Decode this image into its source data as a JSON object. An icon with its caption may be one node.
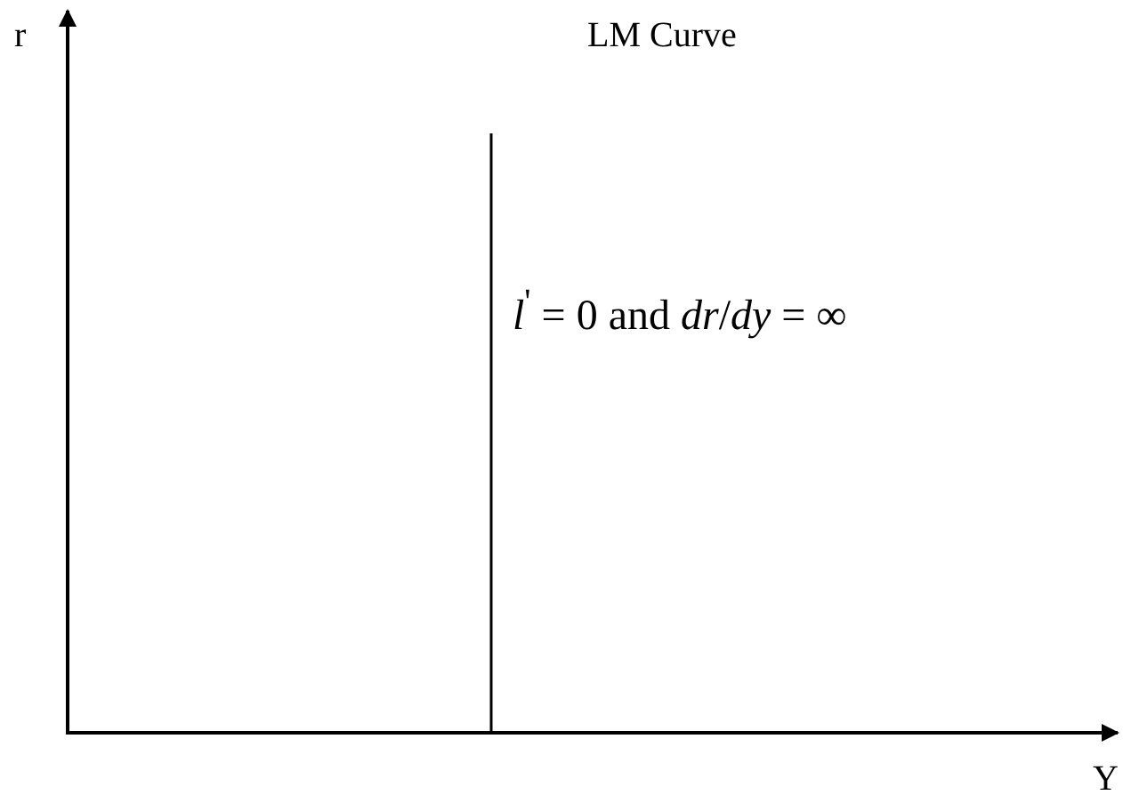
{
  "diagram": {
    "labels": [
      "r",
      "LM Curve",
      "*l*$^{'}$ = 0 and *dr*/*dy* = ∞",
      "Y"
    ]
  }
}
